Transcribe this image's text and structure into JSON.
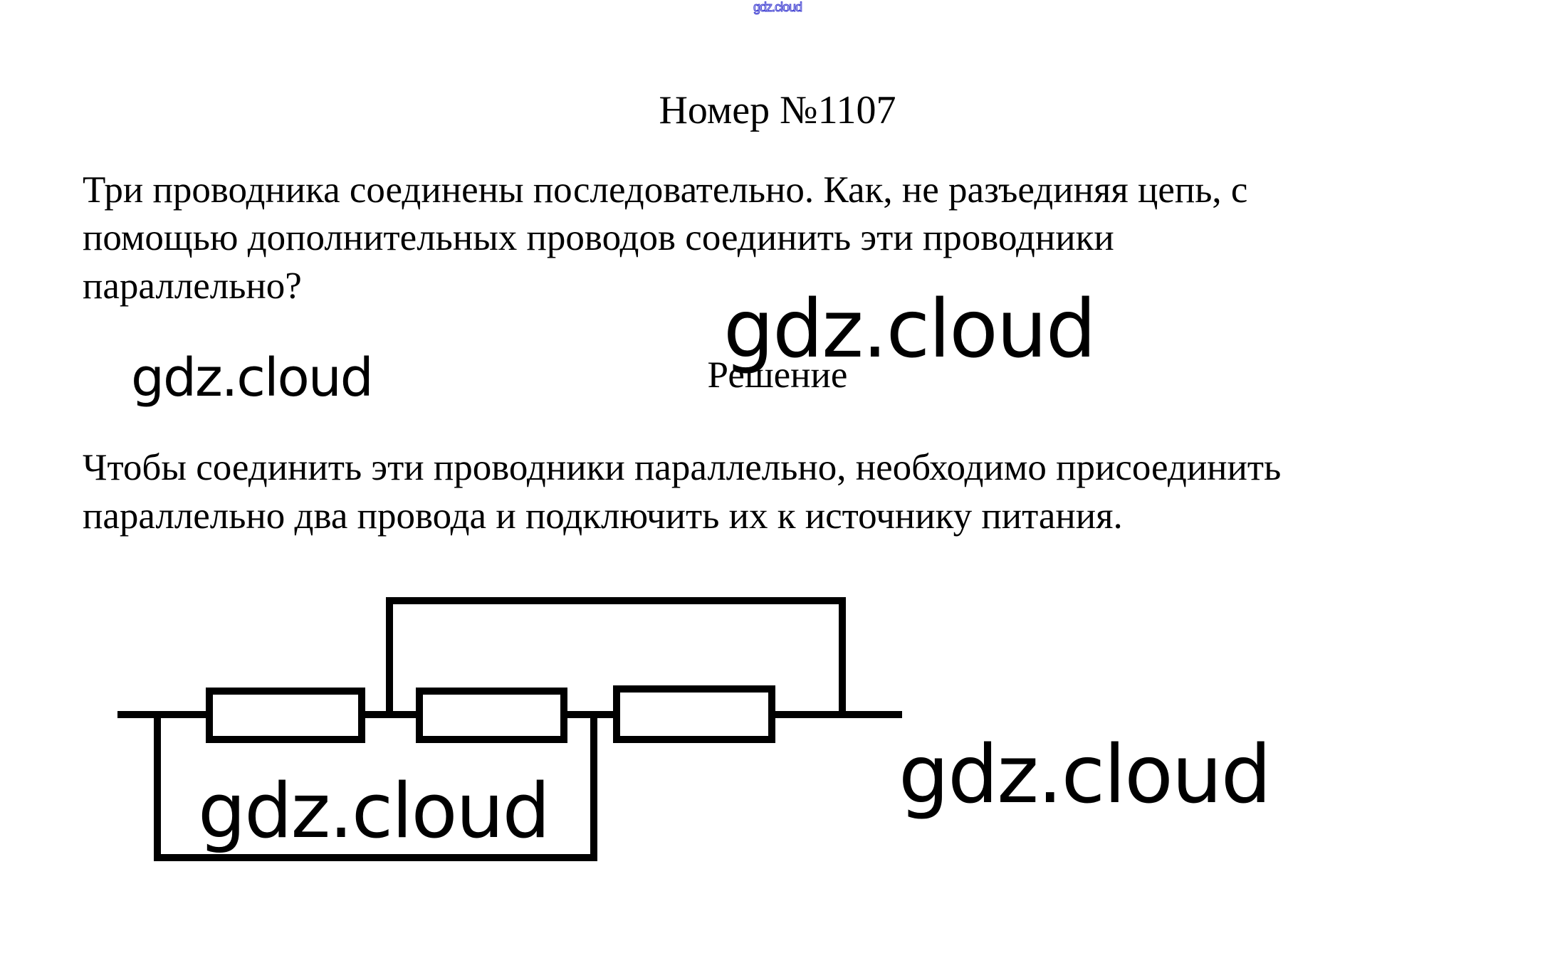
{
  "watermark": {
    "text": "gdz.cloud",
    "color": "#3a3ad0"
  },
  "title": "Номер №1107",
  "question": [
    "Три проводника соединены последовательно. Как, не разъединяя цепь, с",
    "помощью дополнительных проводов соединить эти проводники",
    "параллельно?"
  ],
  "solution_heading": "Решение",
  "answer": [
    "Чтобы соединить эти проводники параллельно, необходимо присоединить",
    "параллельно два провода и подключить их к источнику питания."
  ],
  "diagram": {
    "resistor_count": 3,
    "extra_wires": 2
  }
}
